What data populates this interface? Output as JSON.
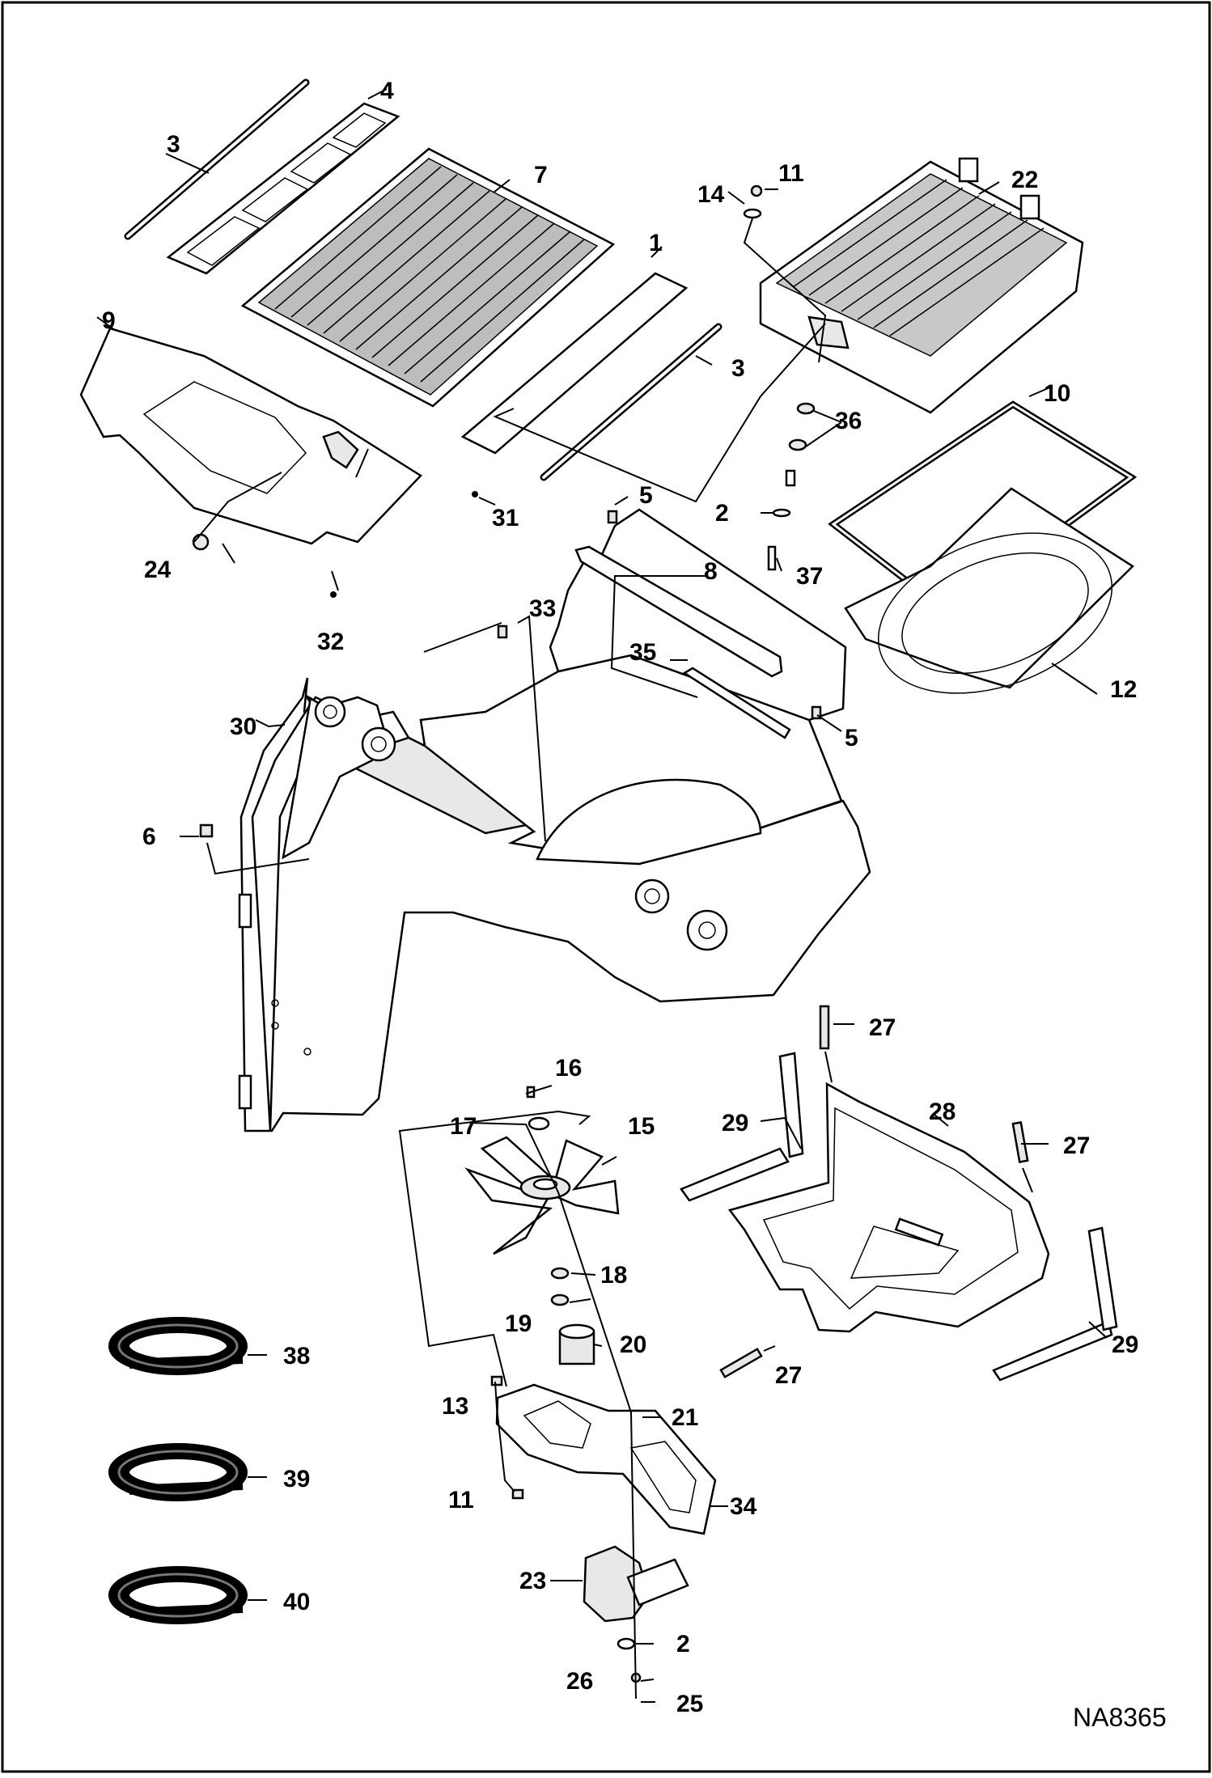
{
  "figure": {
    "id_label": "NA8365"
  },
  "callouts": {
    "c1": "1",
    "c2a": "2",
    "c2b": "2",
    "c3a": "3",
    "c3b": "3",
    "c4": "4",
    "c5a": "5",
    "c5b": "5",
    "c6": "6",
    "c7": "7",
    "c8": "8",
    "c9": "9",
    "c10": "10",
    "c11a": "11",
    "c11b": "11",
    "c12": "12",
    "c13": "13",
    "c14": "14",
    "c15": "15",
    "c16": "16",
    "c17": "17",
    "c18": "18",
    "c19": "19",
    "c20": "20",
    "c21": "21",
    "c22": "22",
    "c23": "23",
    "c24": "24",
    "c25": "25",
    "c26": "26",
    "c27a": "27",
    "c27b": "27",
    "c27c": "27",
    "c28": "28",
    "c29a": "29",
    "c29b": "29",
    "c30": "30",
    "c31": "31",
    "c32": "32",
    "c33": "33",
    "c34": "34",
    "c35": "35",
    "c36": "36",
    "c37": "37",
    "c38": "38",
    "c39": "39",
    "c40": "40"
  }
}
